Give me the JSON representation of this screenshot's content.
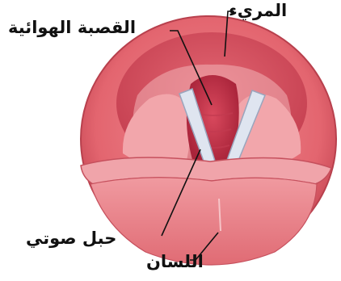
{
  "labels": {
    "esophagus": "المريء",
    "trachea": "القصبة الهوائية",
    "vocal_cord": "حبل صوتي",
    "tongue": "اللسان"
  },
  "colors": {
    "outer_ring": "#e46a72",
    "inner_wall": "#cf4b59",
    "trachea_dark": "#bd2f45",
    "pink_tissue": "#f0a9ae",
    "vocal_cord": "#dfe5f0",
    "tongue": "#e97f86",
    "leader_line": "#111111"
  }
}
